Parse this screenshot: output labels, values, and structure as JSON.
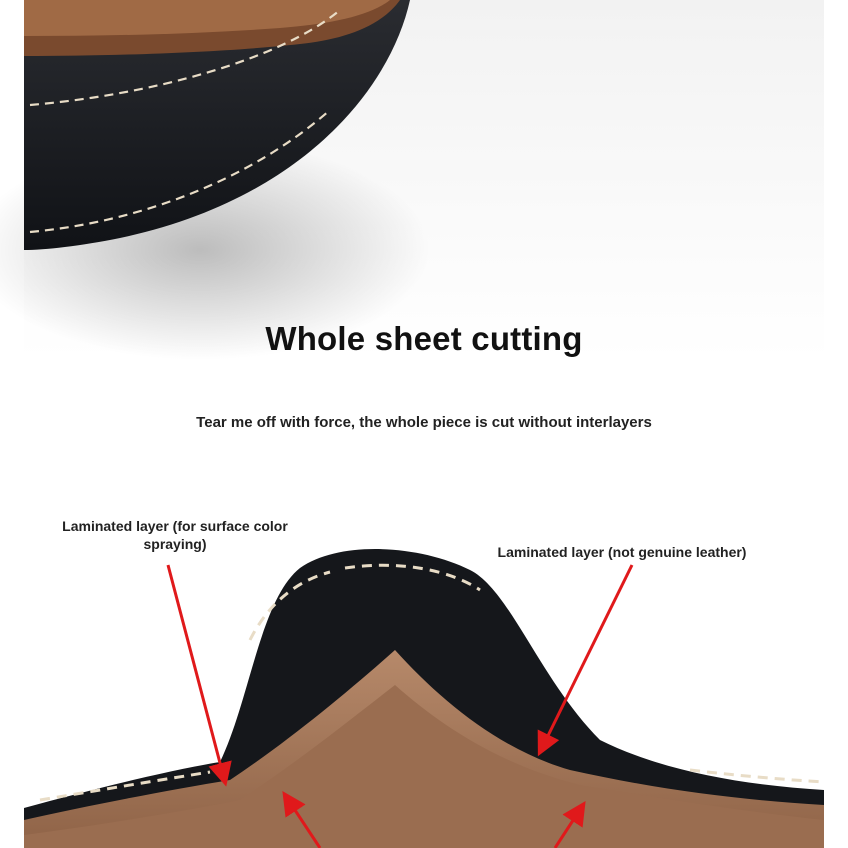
{
  "heading": "Whole sheet cutting",
  "subheading": "Tear me off with force, the whole piece is cut without interlayers",
  "callouts": {
    "left": "Laminated layer (for surface color spraying)",
    "right": "Laminated layer (not genuine leather)"
  },
  "colors": {
    "leather_black": "#14161a",
    "leather_edge_brown": "#8a5a3a",
    "suede_tan": "#a77b5c",
    "stitching": "#e8dcc6",
    "arrow_red": "#e0191b"
  }
}
